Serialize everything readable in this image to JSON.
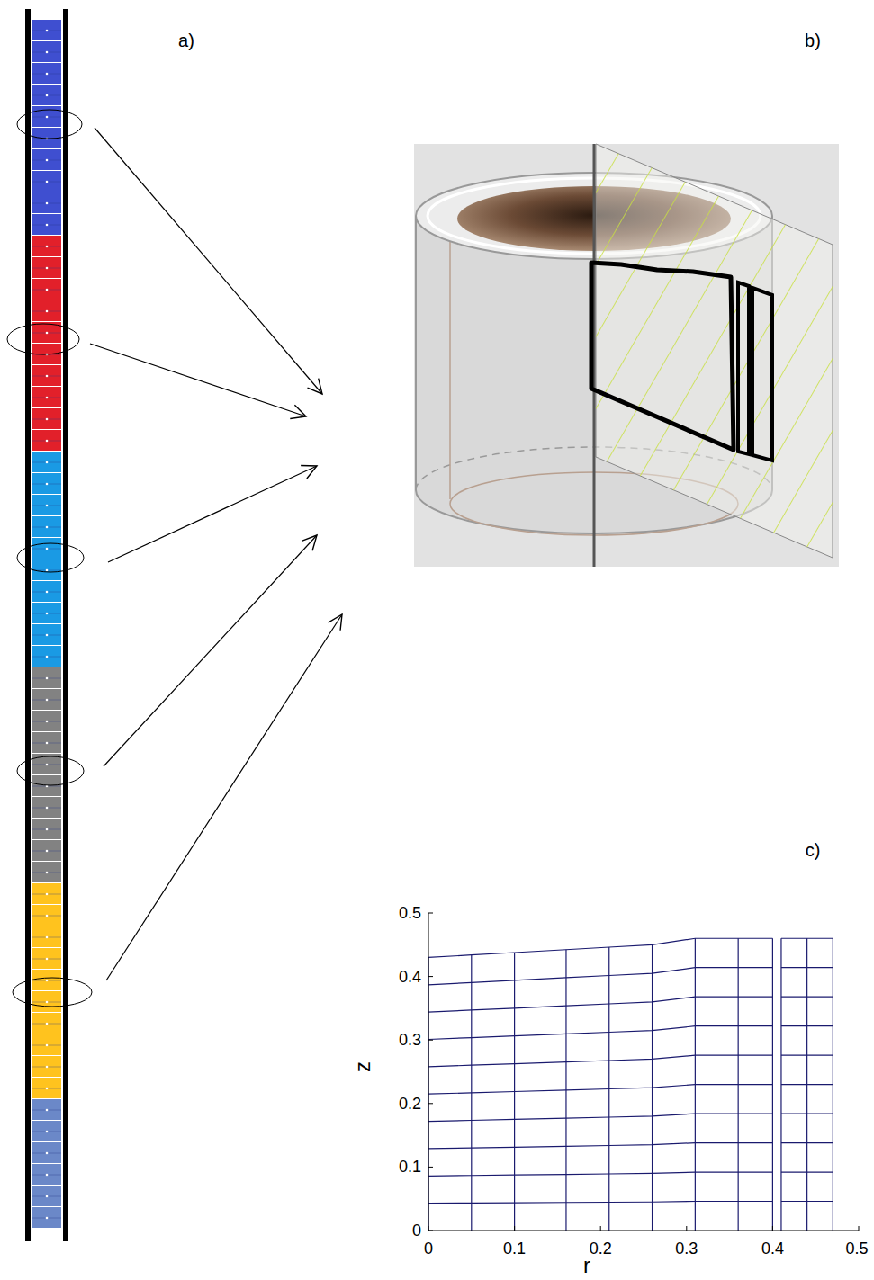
{
  "diagram": {
    "labels": [
      "a)",
      "b)",
      "c)",
      "0.5",
      "0.4",
      "0.3",
      "0.2",
      "0.1",
      "0",
      "0",
      "0.1",
      "0.2",
      "0.3",
      "0.4",
      "0.5",
      "z",
      "r"
    ]
  }
}
